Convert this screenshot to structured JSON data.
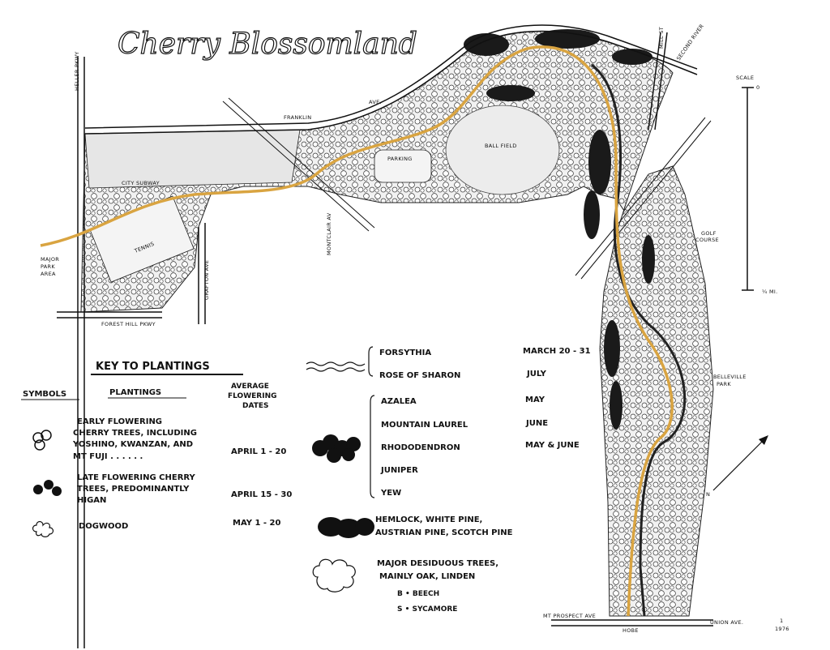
{
  "title": "Cherry Blossomland",
  "streets": {
    "heller": "HELLER PKWY",
    "franklin": "FRANKLIN",
    "franklin_ave": "AVE.",
    "mill": "MILL ST",
    "second_river": "SECOND RIVER",
    "city_subway": "CITY    SUBWAY",
    "montclair": "MONTCLAIR AV",
    "grafton": "GRAFTON AVE",
    "forest_hill": "FOREST HILL PKWY",
    "mt_prospect": "MT PROSPECT AVE",
    "union": "UNION AVE.",
    "hobe": "HOBE"
  },
  "areas": {
    "ball_field": "BALL FIELD",
    "parking": "PARKING",
    "tennis": "TENNIS",
    "major_park": "MAJOR",
    "major_park2": "PARK",
    "major_park3": "AREA",
    "golf": "GOLF",
    "golf2": "COURSE",
    "belleville": "BELLEVILLE",
    "belleville2": "PARK"
  },
  "scale": {
    "label": "SCALE",
    "zero": "0",
    "end": "¼ MI."
  },
  "north": "N",
  "sheet": {
    "num": "1",
    "year": "1976"
  },
  "key": {
    "heading": "KEY TO PLANTINGS",
    "col_symbols": "SYMBOLS",
    "col_plantings": "PLANTINGS",
    "col_dates": [
      "AVERAGE",
      "FLOWERING",
      "DATES"
    ],
    "rows": [
      {
        "lines": [
          "EARLY FLOWERING",
          "CHERRY TREES, INCLUDING",
          "YOSHINO, KWANZAN, AND",
          "MT FUJI . . . . . ."
        ],
        "date": "APRIL 1 - 20"
      },
      {
        "lines": [
          "LATE FLOWERING CHERRY",
          "TREES, PREDOMINANTLY",
          "HIGAN"
        ],
        "date": "APRIL 15 - 30"
      },
      {
        "lines": [
          "DOGWOOD"
        ],
        "date": "MAY 1 - 20"
      }
    ],
    "right": {
      "hedge": [
        {
          "name": "FORSYTHIA",
          "date": "MARCH 20 - 31"
        },
        {
          "name": "ROSE OF SHARON",
          "date": "JULY"
        }
      ],
      "shrubs": [
        {
          "name": "AZALEA",
          "date": "MAY"
        },
        {
          "name": "MOUNTAIN LAUREL",
          "date": "JUNE"
        },
        {
          "name": "RHODODENDRON",
          "date": "MAY & JUNE"
        },
        {
          "name": "JUNIPER",
          "date": ""
        },
        {
          "name": "YEW",
          "date": ""
        }
      ],
      "conifers": [
        "HEMLOCK, WHITE PINE,",
        "AUSTRIAN PINE, SCOTCH PINE"
      ],
      "deciduous": [
        "MAJOR DESIDUOUS TREES,",
        "MAINLY OAK, LINDEN"
      ],
      "beech": "B • BEECH",
      "sycamore": "S • SYCAMORE"
    }
  },
  "colors": {
    "path": "#d9a441",
    "ink": "#111111",
    "fill": "#e9e9e9"
  }
}
